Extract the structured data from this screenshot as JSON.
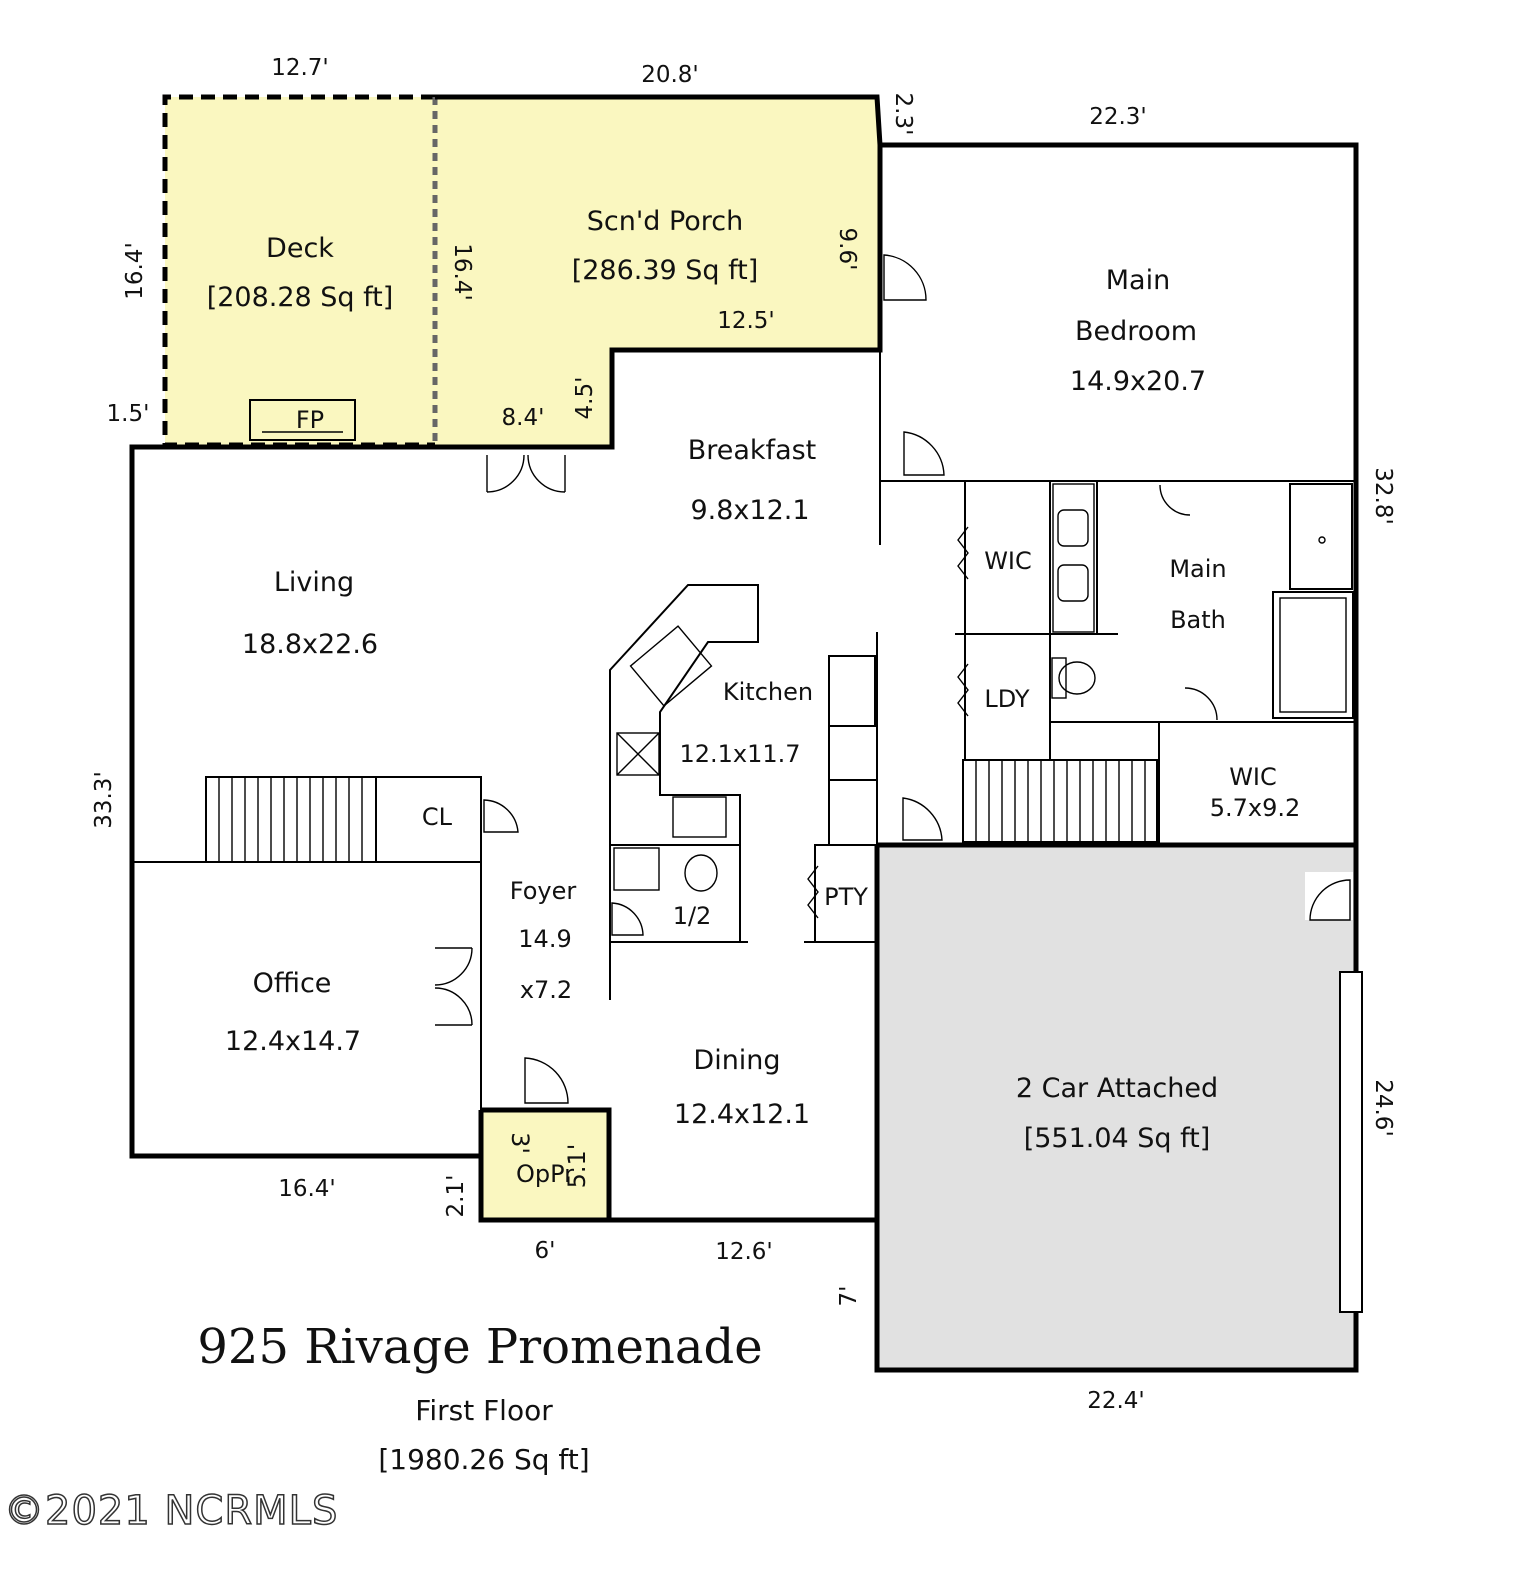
{
  "plan": {
    "title": "925 Rivage Promenade",
    "floor": "First Floor",
    "total_area": "[1980.26 Sq ft]",
    "copyright": "©2021 NCRMLS",
    "colors": {
      "deck": "#faf7c0",
      "porch": "#faf7c0",
      "oppr": "#faf7c0",
      "garage": "#e1e1e1",
      "wall": "#000000"
    },
    "rooms": {
      "deck": {
        "name": "Deck",
        "area": "[208.28 Sq ft]",
        "fp": "FP"
      },
      "porch": {
        "name": "Scn'd Porch",
        "area": "[286.39 Sq ft]"
      },
      "main_bedroom": {
        "line1": "Main",
        "line2": "Bedroom",
        "size": "14.9x20.7"
      },
      "breakfast": {
        "name": "Breakfast",
        "size": "9.8x12.1"
      },
      "living": {
        "name": "Living",
        "size": "18.8x22.6"
      },
      "kitchen": {
        "name": "Kitchen",
        "size": "12.1x11.7"
      },
      "wic_top": {
        "name": "WIC"
      },
      "main_bath": {
        "line1": "Main",
        "line2": "Bath"
      },
      "ldy": {
        "name": "LDY"
      },
      "wic_bottom": {
        "name": "WIC",
        "size": "5.7x9.2"
      },
      "cl": {
        "name": "CL"
      },
      "foyer": {
        "name": "Foyer",
        "size1": "14.9",
        "size2": "x7.2"
      },
      "half_bath": {
        "name": "1/2"
      },
      "pty": {
        "name": "PTY"
      },
      "office": {
        "name": "Office",
        "size": "12.4x14.7"
      },
      "dining": {
        "name": "Dining",
        "size": "12.4x12.1"
      },
      "garage": {
        "name": "2 Car Attached",
        "area": "[551.04 Sq ft]"
      },
      "oppr": {
        "name": "OpPr",
        "dim_a": "3'",
        "dim_b": "5.1'"
      }
    },
    "dimensions": {
      "deck_top": "12.7'",
      "porch_top": "20.8'",
      "porch_step": "2.3'",
      "bedroom_top": "22.3'",
      "deck_left": "16.4'",
      "porch_left": "16.4'",
      "porch_right": "9.6'",
      "porch_inner": "12.5'",
      "deck_small": "1.5'",
      "porch_bottom": "8.4'",
      "porch_notch": "4.5'",
      "right_upper": "32.8'",
      "left_side": "33.3'",
      "office_bottom": "16.4'",
      "oppr_left": "2.1'",
      "oppr_bottom": "6'",
      "dining_bottom": "12.6'",
      "garage_step": "7'",
      "garage_right": "24.6'",
      "garage_bottom": "22.4'"
    }
  }
}
